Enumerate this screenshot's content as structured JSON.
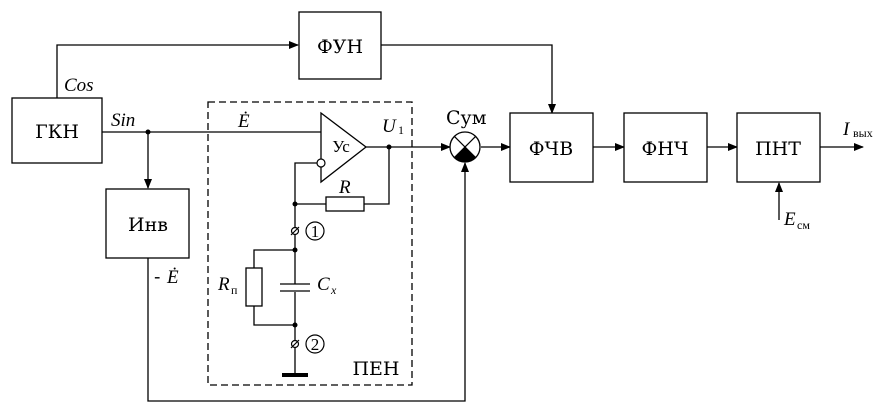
{
  "blocks": {
    "gkn": "ГКН",
    "fun": "ФУН",
    "inv": "Инв",
    "amp": "Ус",
    "fchv": "ФЧВ",
    "fnch": "ФНЧ",
    "pnt": "ПНТ",
    "pen": "ПЕН"
  },
  "signals": {
    "cos": "Cos",
    "sin": "Sin",
    "e_dot": "Ė",
    "neg_sign": "-",
    "neg_e_dot": "Ė",
    "u1_main": "U",
    "u1_sub": "1",
    "sum": "Сум",
    "i_out_main": "I",
    "i_out_sub": "вых",
    "e_bias_main": "E",
    "e_bias_sub": "см"
  },
  "components": {
    "r": "R",
    "rp_main": "R",
    "rp_sub": "п",
    "cx_main": "C",
    "cx_sub": "x",
    "terminal_1": "1",
    "terminal_2": "2"
  }
}
